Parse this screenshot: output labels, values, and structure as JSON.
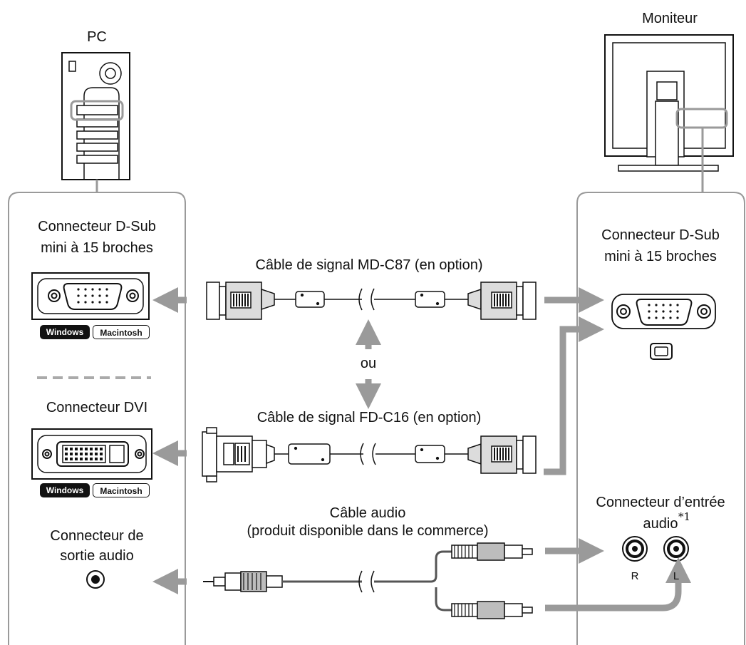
{
  "pc": {
    "title": "PC"
  },
  "monitor": {
    "title": "Moniteur"
  },
  "left_panel": {
    "dsub_label": "Connecteur D-Sub\nmini à 15 broches",
    "dvi_label": "Connecteur DVI",
    "audio_out_label": "Connecteur de\nsortie audio",
    "badges": {
      "windows": "Windows",
      "macintosh": "Macintosh"
    }
  },
  "right_panel": {
    "dsub_label": "Connecteur D-Sub\nmini à 15 broches",
    "audio_in_label": "Connecteur d’entrée\naudio",
    "footnote_mark": "*1",
    "jack_r": "R",
    "jack_l": "L"
  },
  "cables": {
    "signal_md": "Câble de signal MD-C87 (en option)",
    "or_label": "ou",
    "signal_fd": "Câble de signal FD-C16 (en option)",
    "audio_cable": "Câble audio\n(produit disponible dans le commerce)"
  },
  "colors": {
    "arrow": "#9a9a9a",
    "panel_border": "#9a9a9a",
    "callout": "#9a9a9a",
    "connector_fill": "#dcdcdc",
    "ink": "#111111"
  }
}
